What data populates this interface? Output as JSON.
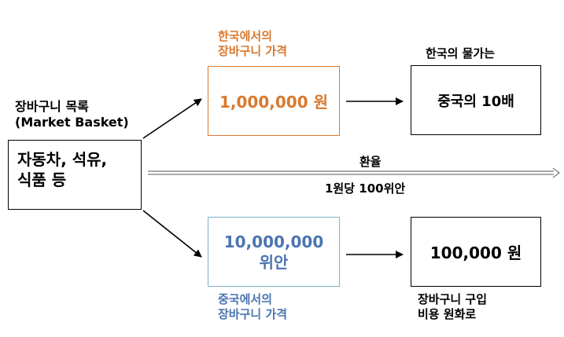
{
  "basket": {
    "title_line1": "장바구니 목록",
    "title_line2": "(Market Basket)",
    "items_line1": "자동차, 석유,",
    "items_line2": "식품 등"
  },
  "korea": {
    "label_line1": "한국에서의",
    "label_line2": "장바구니 가격",
    "price": "1,000,000 원",
    "color": "#D9782D"
  },
  "china": {
    "label_line1": "중국에서의",
    "label_line2": "장바구니 가격",
    "price_line1": "10,000,000",
    "price_line2": "위안",
    "color": "#4A74B0"
  },
  "exchange": {
    "title": "환율",
    "rate": "1원당 100위안"
  },
  "result_top": {
    "label": "한국의 물가는",
    "value": "중국의 10배"
  },
  "result_bottom": {
    "value": "100,000 원",
    "label_line1": "장바구니 구입",
    "label_line2": "비용 원화로"
  }
}
